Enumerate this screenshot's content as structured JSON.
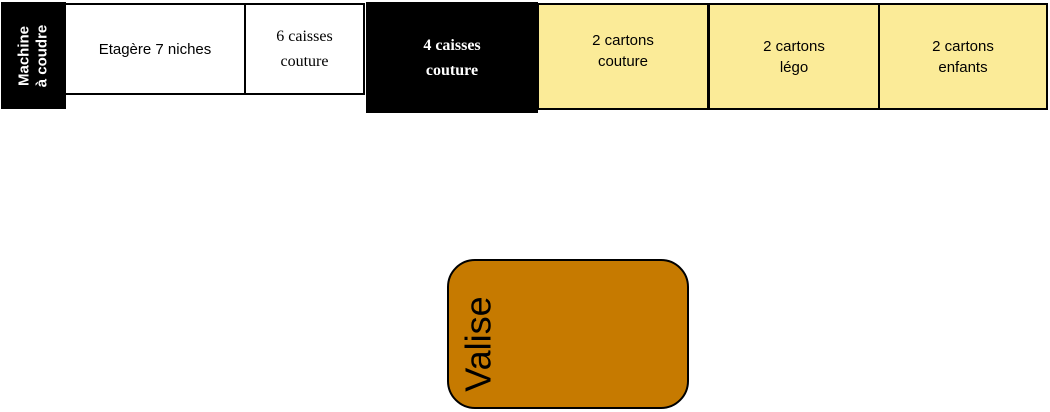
{
  "items": {
    "machine": "Machine\nà coudre",
    "etagere": "Etagère 7 niches",
    "caisses6": "6 caisses\ncouture",
    "caisses4": "4 caisses\ncouture",
    "cartons_couture": "2 cartons\ncouture",
    "cartons_lego": "2 cartons\nlégo",
    "cartons_enfants": "2 cartons\nenfants",
    "valise": "Valise"
  },
  "colors": {
    "black_box": "#000000",
    "carton_fill": "#fbeb98",
    "valise_fill": "#c67a00"
  }
}
